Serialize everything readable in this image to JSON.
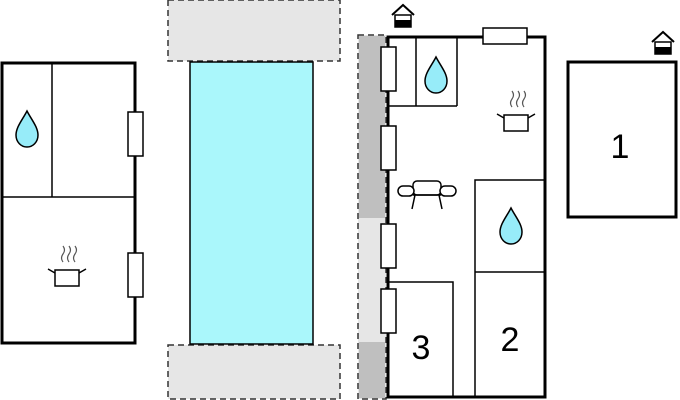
{
  "colors": {
    "pool": "#aaf7fb",
    "water": "#97ecf9",
    "terrace": "#e6e6e6",
    "terrace_dark": "#bfbfbf",
    "wall": "#000000"
  },
  "icons": {
    "water": "water-drop-icon",
    "kitchen": "cooking-pot-icon",
    "living": "sofa-icon",
    "entrance": "house-entrance-icon"
  },
  "rooms": [
    {
      "label": "1"
    },
    {
      "label": "2"
    },
    {
      "label": "3"
    }
  ]
}
